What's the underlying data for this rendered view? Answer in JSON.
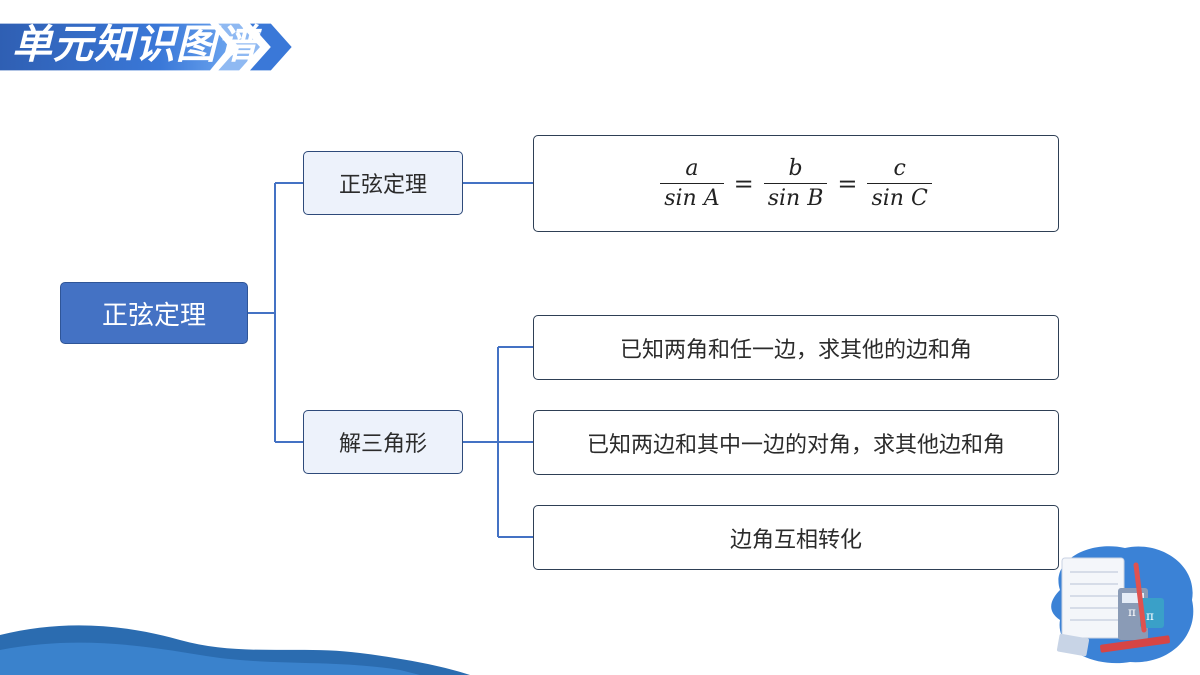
{
  "header": {
    "title": "单元知识图谱"
  },
  "mindmap": {
    "root": "正弦定理",
    "branches": [
      {
        "label": "正弦定理",
        "formula": [
          {
            "num": "a",
            "den": "sin A"
          },
          {
            "num": "b",
            "den": "sin B"
          },
          {
            "num": "c",
            "den": "sin C"
          }
        ],
        "eq": "="
      },
      {
        "label": "解三角形",
        "items": [
          "已知两角和任一边，求其他的边和角",
          "已知两边和其中一边的对角，求其他边和角",
          "边角互相转化"
        ]
      }
    ]
  },
  "colors": {
    "primary": "#4472c4",
    "connector": "#4472c4",
    "dark_blue": "#2f5597",
    "mid_fill": "#edf2fb"
  },
  "decorations": {
    "corner_illustration": "math-tools-illustration",
    "bottom_wave": "blue-wave"
  }
}
